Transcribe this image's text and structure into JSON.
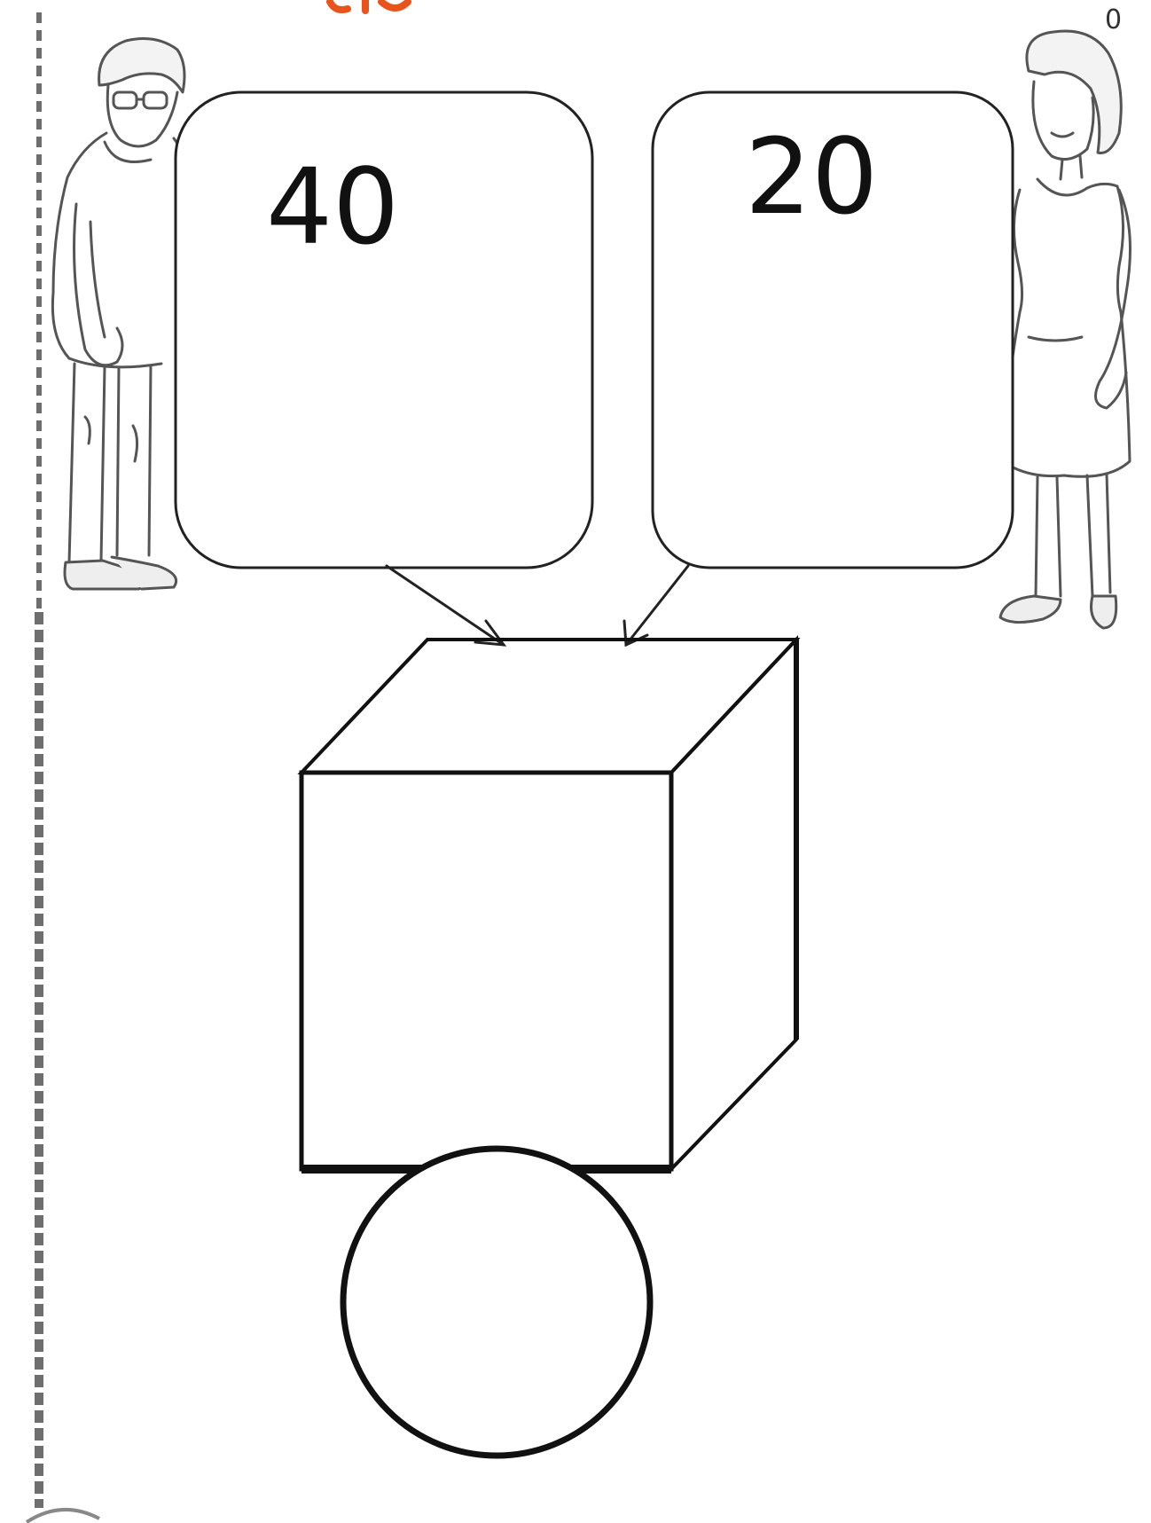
{
  "diagram": {
    "left_bubble": {
      "value": "40"
    },
    "right_bubble": {
      "value": "20"
    },
    "corner_mark": "0",
    "colors": {
      "line": "#111111",
      "accent": "#e8541c",
      "figure": "#555555"
    },
    "figures": [
      "boy-figure",
      "girl-figure"
    ],
    "shapes": [
      "cube",
      "circle"
    ]
  }
}
